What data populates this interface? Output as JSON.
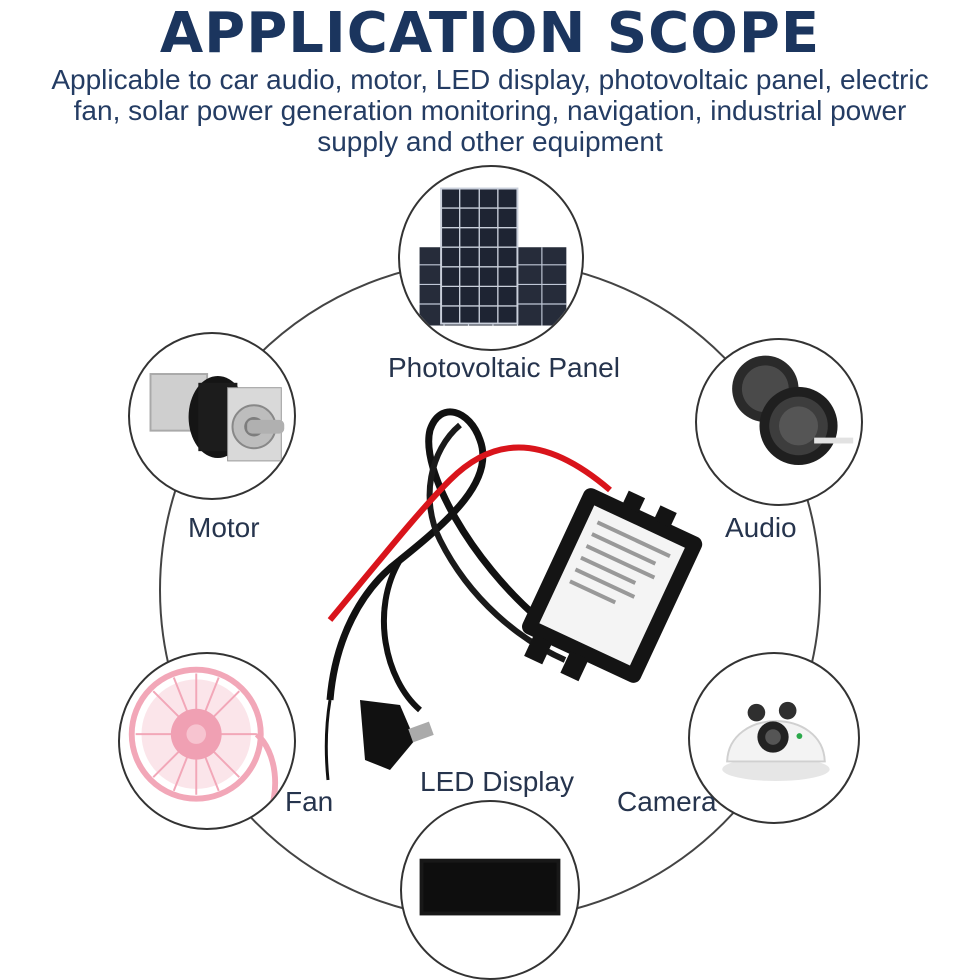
{
  "header": {
    "title": "APPLICATION SCOPE",
    "subtitle": "Applicable to car audio, motor, LED display, photovoltaic panel, electric fan, solar power generation monitoring, navigation, industrial power supply and other equipment"
  },
  "items": [
    {
      "label": "Photovoltaic Panel",
      "icon": "solar-panel-icon"
    },
    {
      "label": "Motor",
      "icon": "motor-icon"
    },
    {
      "label": "Audio",
      "icon": "speaker-icon"
    },
    {
      "label": "Fan",
      "icon": "fan-icon"
    },
    {
      "label": "LED Display",
      "icon": "display-icon"
    },
    {
      "label": "Camera",
      "icon": "camera-icon"
    }
  ],
  "colors": {
    "title": "#1b355e",
    "text": "#26344d",
    "fan": "#f2a7b8",
    "wire_red": "#d9141b"
  }
}
